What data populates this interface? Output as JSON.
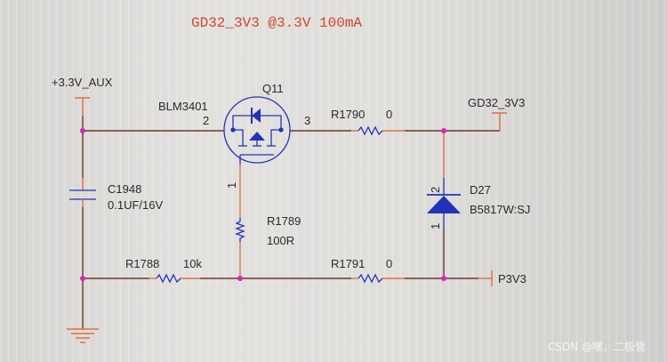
{
  "title": "GD32_3V3 @3.3V  100mA",
  "nets": {
    "input": "+3.3V_AUX",
    "output_top": "GD32_3V3",
    "output_bottom": "P3V3"
  },
  "components": {
    "q11": {
      "ref": "Q11",
      "part": "BLM3401",
      "pin_gate": "1",
      "pin_source": "2",
      "pin_drain": "3"
    },
    "c1948": {
      "ref": "C1948",
      "value": "0.1UF/16V"
    },
    "r1790": {
      "ref": "R1790",
      "value": "0"
    },
    "r1789": {
      "ref": "R1789",
      "value": "100R"
    },
    "r1788": {
      "ref": "R1788",
      "value": "10k"
    },
    "r1791": {
      "ref": "R1791",
      "value": "0"
    },
    "d27": {
      "ref": "D27",
      "part": "B5817W:SJ",
      "pin_top": "2",
      "pin_bottom": "1"
    }
  },
  "watermark": "CSDN @嘿，二极管",
  "colors": {
    "title": "#d2452a",
    "wire": "#6a3a2a",
    "symbol": "#2233bb",
    "junction": "#e020c0"
  }
}
